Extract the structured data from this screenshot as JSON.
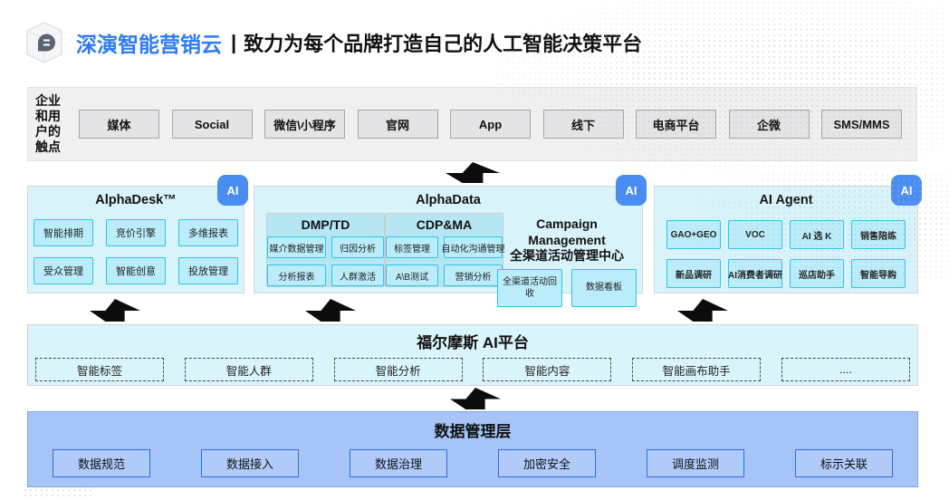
{
  "header": {
    "brand": "深演智能营销云",
    "divider": "|",
    "tagline": "致力为每个品牌打造自己的人工智能决策平台"
  },
  "touchpoints": {
    "label": "企业和用户的触点",
    "items": [
      "媒体",
      "Social",
      "微信\\小程序",
      "官网",
      "App",
      "线下",
      "电商平台",
      "企微",
      "SMS/MMS"
    ]
  },
  "panels": [
    {
      "title": "AlphaDesk™",
      "badge": "AI",
      "items": [
        "智能排期",
        "竞价引擎",
        "多维报表",
        "受众管理",
        "智能创意",
        "投放管理"
      ]
    },
    {
      "title": "AlphaData",
      "badge": "AI",
      "subsections": [
        {
          "title": "DMP/TD",
          "items": [
            "媒介数据管理",
            "归因分析",
            "分析报表",
            "人群激活"
          ]
        },
        {
          "title": "CDP&MA",
          "items": [
            "标签管理",
            "自动化沟通管理",
            "A\\B测试",
            "营销分析"
          ]
        },
        {
          "title_en": "Campaign Management",
          "title_zh": "全渠道活动管理中心",
          "items": [
            "全渠道活动回收",
            "数据看板"
          ]
        }
      ]
    },
    {
      "title": "AI Agent",
      "badge": "AI",
      "items": [
        "GAO+GEO",
        "VOC",
        "AI 选 K",
        "销售陪练",
        "新品调研",
        "AI消费者调研",
        "巡店助手",
        "智能导购"
      ]
    }
  ],
  "ai_platform": {
    "title": "福尔摩斯 AI平台",
    "items": [
      "智能标签",
      "智能人群",
      "智能分析",
      "智能内容",
      "智能画布助手",
      "...."
    ]
  },
  "data_layer": {
    "title": "数据管理层",
    "items": [
      "数据规范",
      "数据接入",
      "数据治理",
      "加密安全",
      "调度监测",
      "标示关联"
    ]
  },
  "colors": {
    "brand_blue": "#2e7cf6",
    "panel_cyan": "#d9f3fb",
    "chip_cyan": "#baecf9",
    "chip_border": "#2cc5e8",
    "ai_badge_blue": "#4a8df0",
    "touchbar_gray": "#f0f0f1",
    "data_layer_blue": "#a6c4f8",
    "data_chip_border": "#2e6de0",
    "arrow_black": "#0c0c0c"
  }
}
